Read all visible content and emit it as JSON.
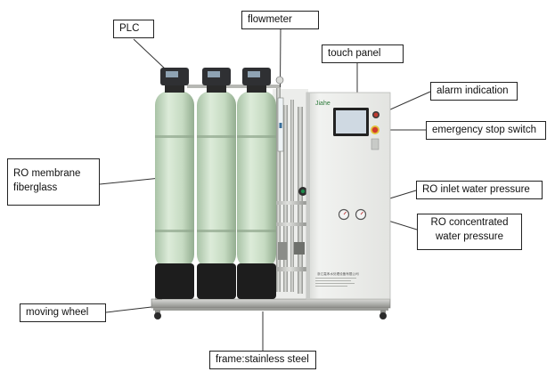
{
  "diagram": {
    "labels": {
      "plc": "PLC",
      "flowmeter": "flowmeter",
      "touch_panel": "touch panel",
      "alarm_indication": "alarm indication",
      "emergency_stop_switch": "emergency stop switch",
      "ro_membrane_line1": "RO membrane",
      "ro_membrane_line2": "fiberglass",
      "ro_inlet_water_pressure": "RO inlet water pressure",
      "ro_concentrated_line1": "RO concentrated",
      "ro_concentrated_line2": "water pressure",
      "moving_wheel": "moving wheel",
      "frame": "frame:stainless steel"
    },
    "machine_text": {
      "brand_mark": "Jiahe",
      "nameplate_line1": "浙江嘉禾水处理设备有限公司"
    },
    "colors": {
      "vessel": "#cfe2cc",
      "vessel_base": "#1c1c1c",
      "cabinet": "#ecedeb",
      "frame": "#a9aaa6",
      "callout_line": "#333333",
      "alarm_lamp": "#c03a2f",
      "estop": "#d23a2e"
    }
  }
}
